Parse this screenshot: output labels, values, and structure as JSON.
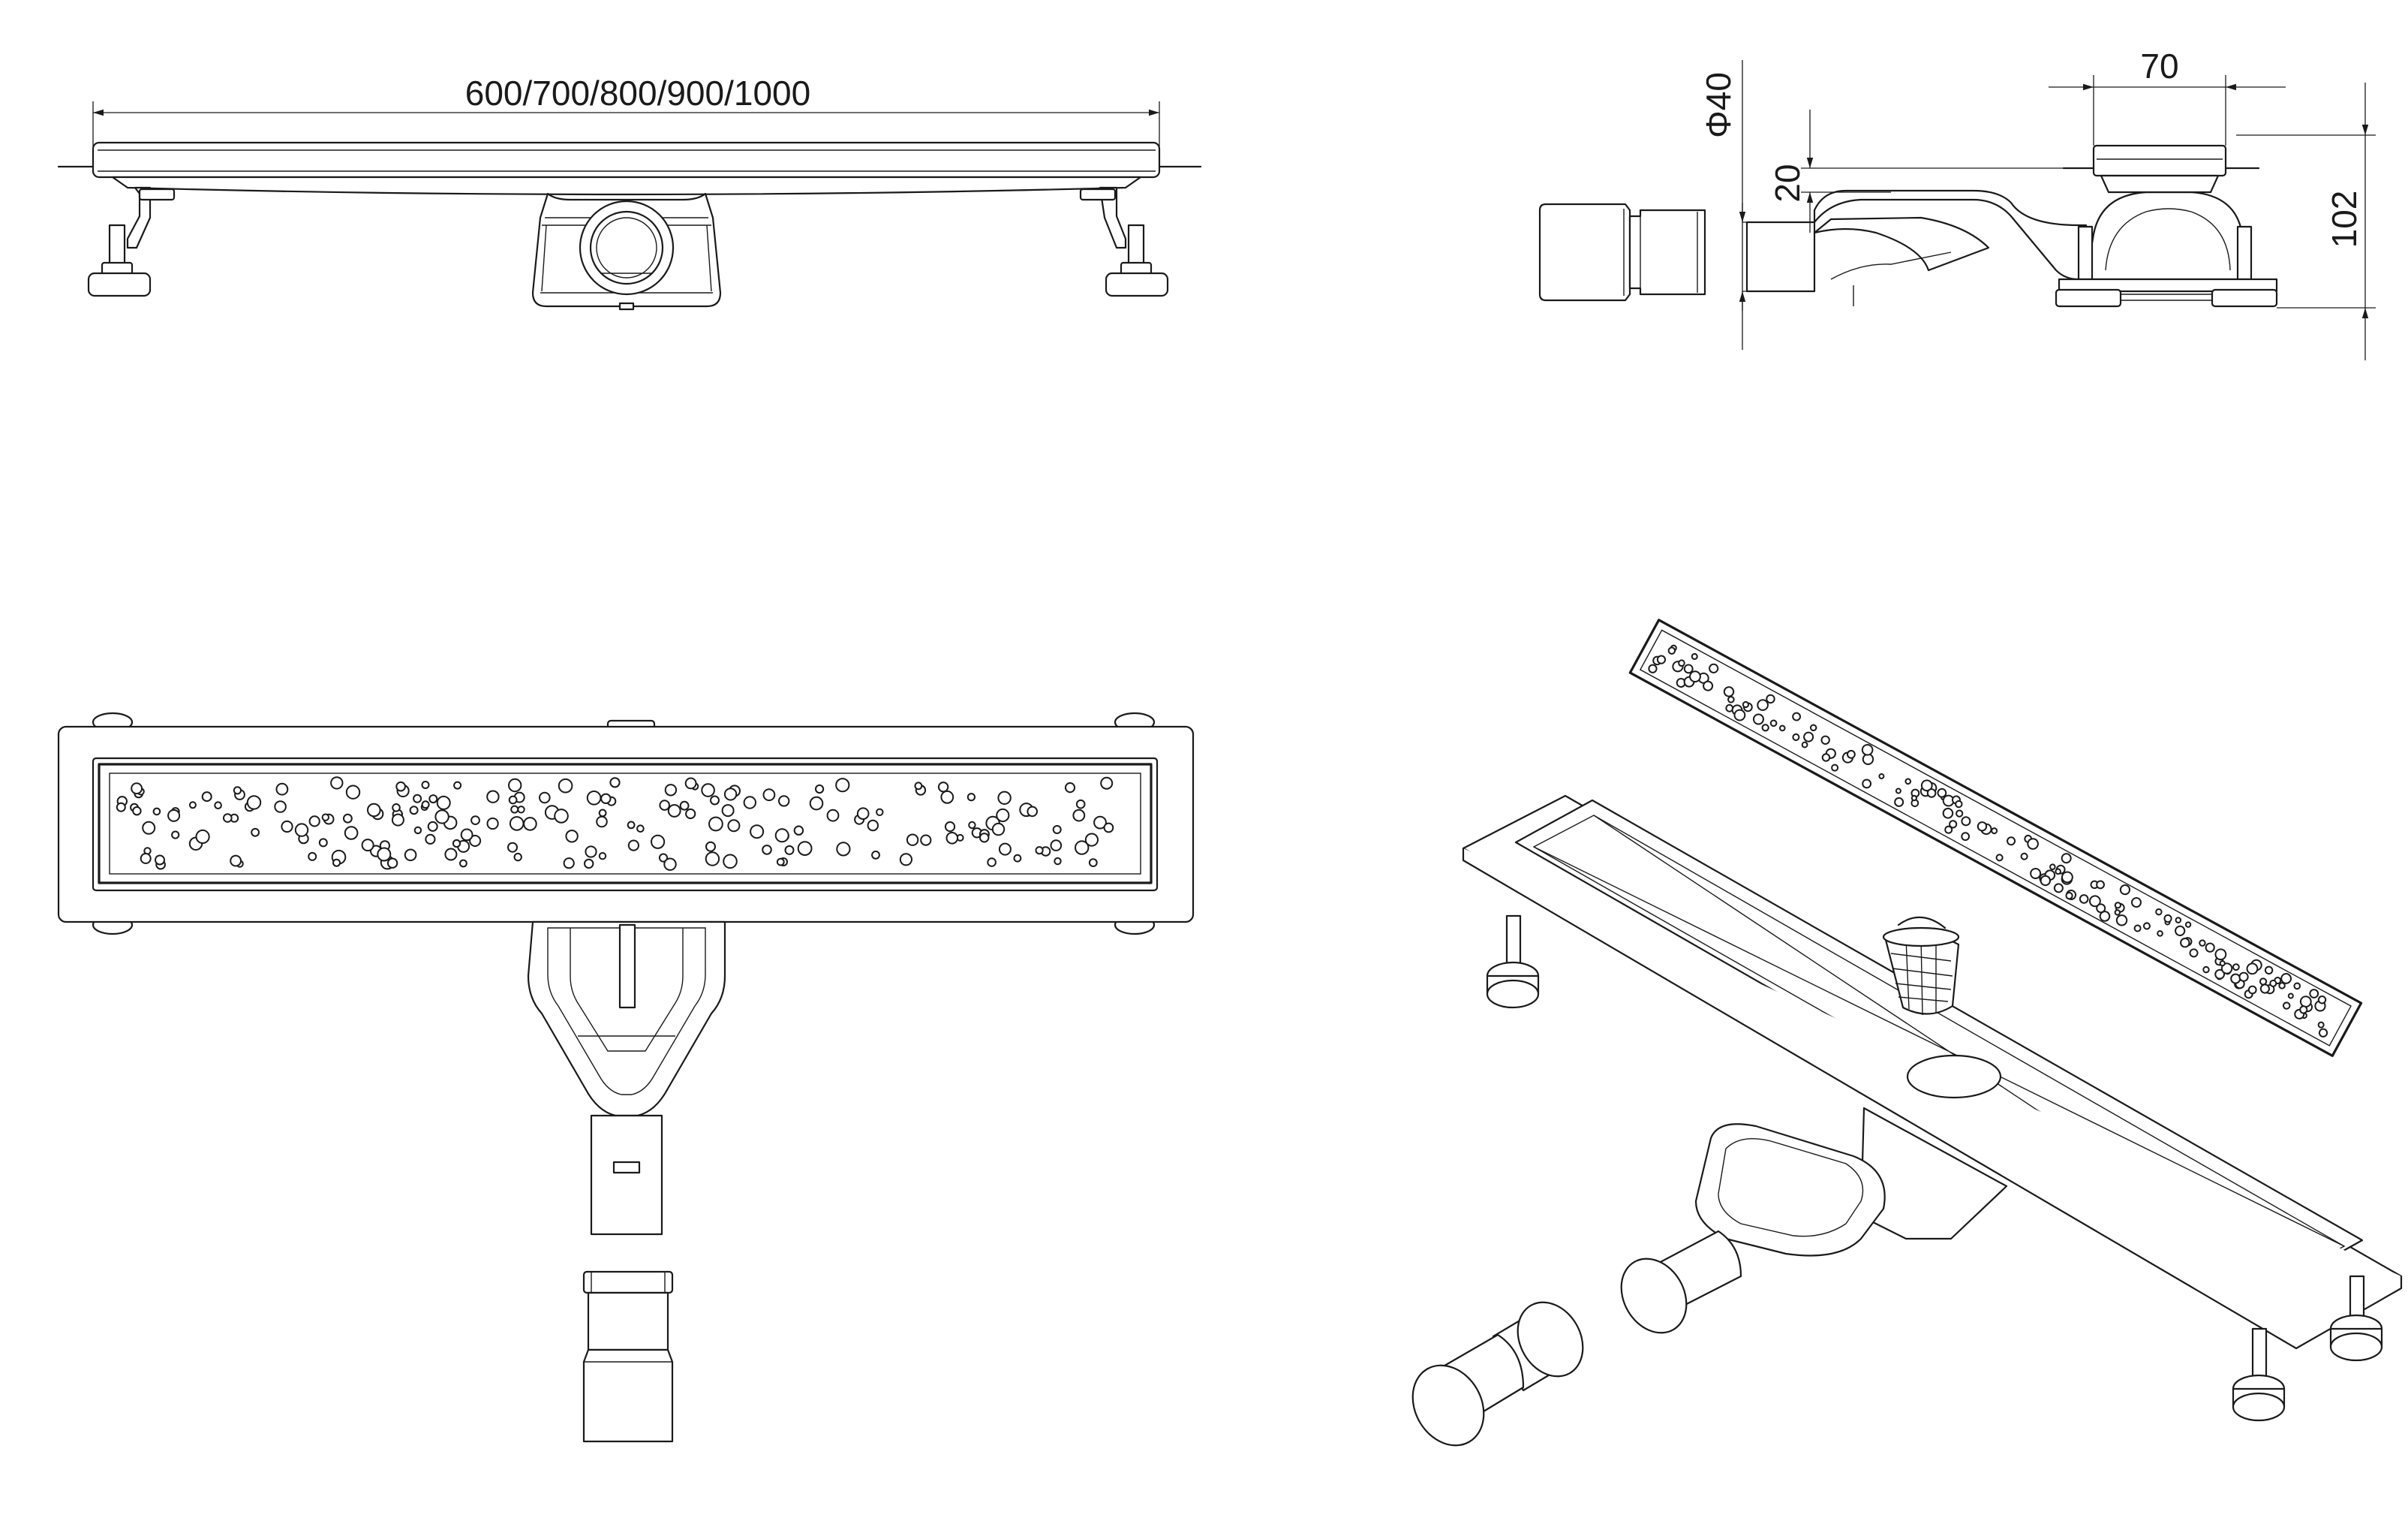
{
  "dimensions": {
    "length_options": "600/700/800/900/1000",
    "pipe_diameter": "Φ40",
    "grate_height": "20",
    "grate_width": "70",
    "total_height": "102"
  }
}
